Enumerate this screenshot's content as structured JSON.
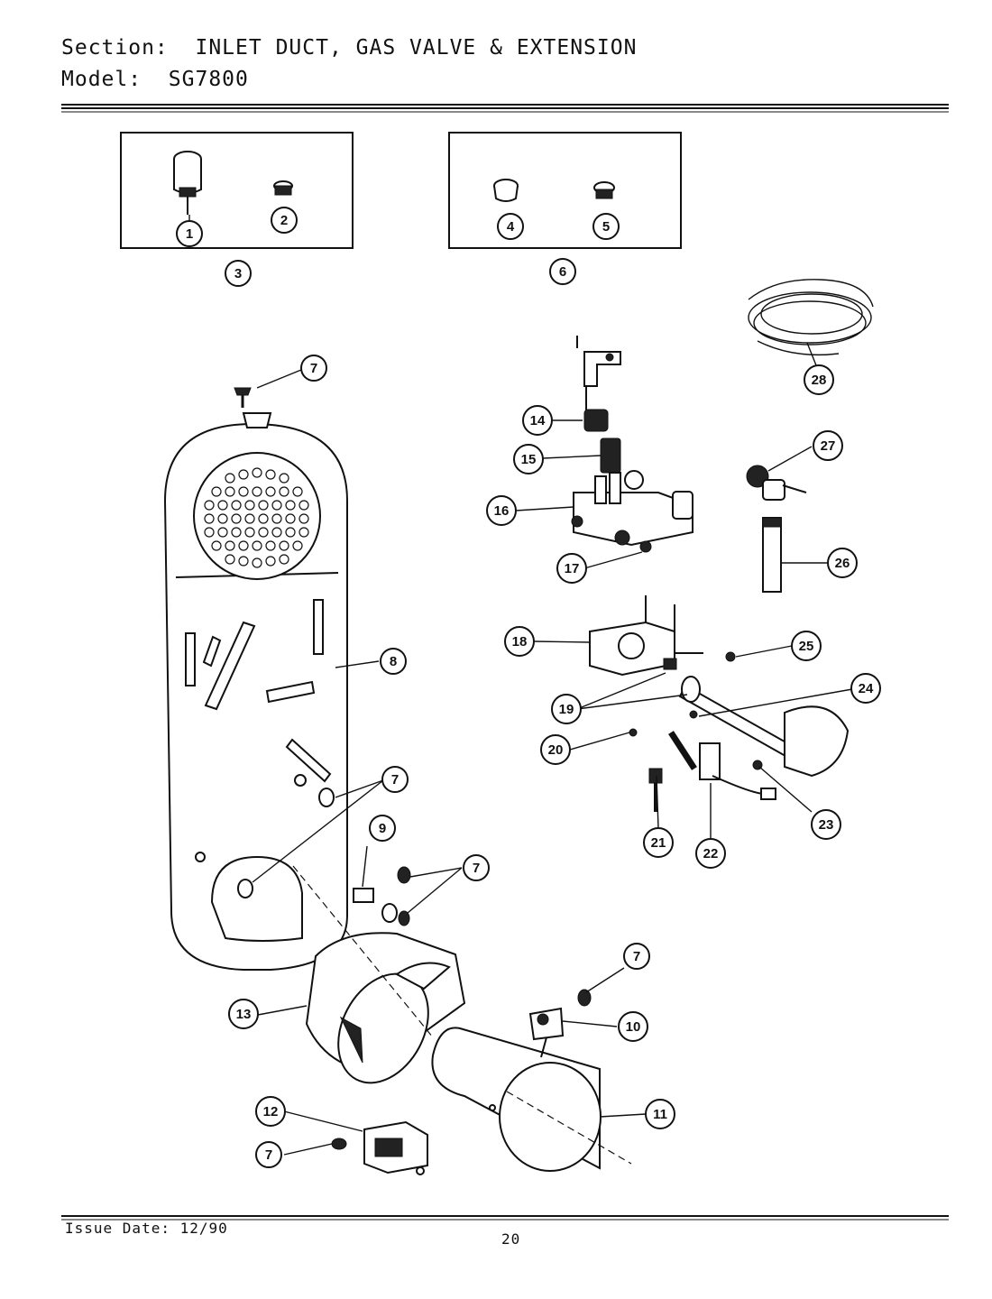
{
  "header": {
    "section_label": "Section:",
    "section_title": "INLET DUCT, GAS VALVE & EXTENSION",
    "model_label": "Model:",
    "model_number": "SG7800"
  },
  "callouts": [
    "1",
    "2",
    "3",
    "4",
    "5",
    "6",
    "7",
    "8",
    "9",
    "10",
    "11",
    "12",
    "13",
    "14",
    "15",
    "16",
    "17",
    "18",
    "19",
    "20",
    "21",
    "22",
    "23",
    "24",
    "25",
    "26",
    "27",
    "28"
  ],
  "footer": {
    "issue_date": "Issue Date: 12/90",
    "page_number": "20"
  }
}
